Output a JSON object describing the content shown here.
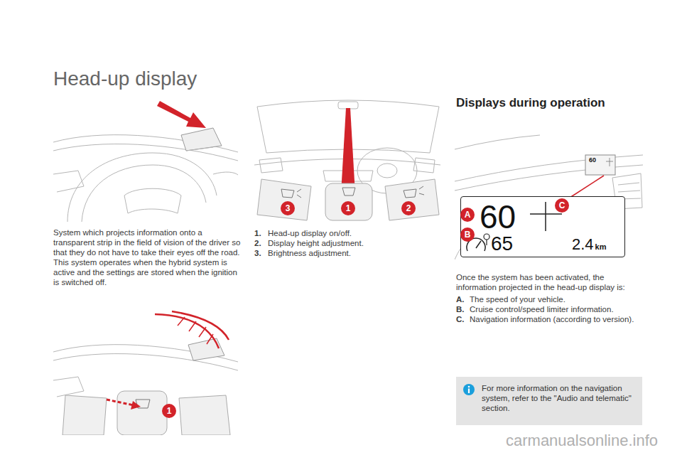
{
  "diagram": {
    "title": "Head-up display",
    "nodes": [
      {
        "text": [
          "60",
          "65",
          "2.4",
          "km"
        ]
      },
      {
        "text": [
          "For more information on the navigation system, refer to the \"Audio and telematic\" section."
        ]
      }
    ],
    "labels": [
      "System which projects information onto a transparent strip in the field of vision of the driver so that they do not have to take their eyes off the road.",
      "This system operates when the hybrid system is active and the settings are stored when the ignition is switched off.",
      "3",
      "1",
      "2",
      "1.",
      "Head-up display on/off.",
      "2.",
      "Display height adjustment.",
      "3.",
      "Brightness adjustment.",
      "1",
      "Displays during operation",
      "60",
      "A",
      "B",
      "C",
      "Once the system has been activated, the information projected in the head-up display is:",
      "A.",
      "The speed of your vehicle.",
      "B.",
      "Cruise control/speed limiter information.",
      "C.",
      "Navigation information (according to version).",
      "carmanualsonline.info"
    ]
  }
}
